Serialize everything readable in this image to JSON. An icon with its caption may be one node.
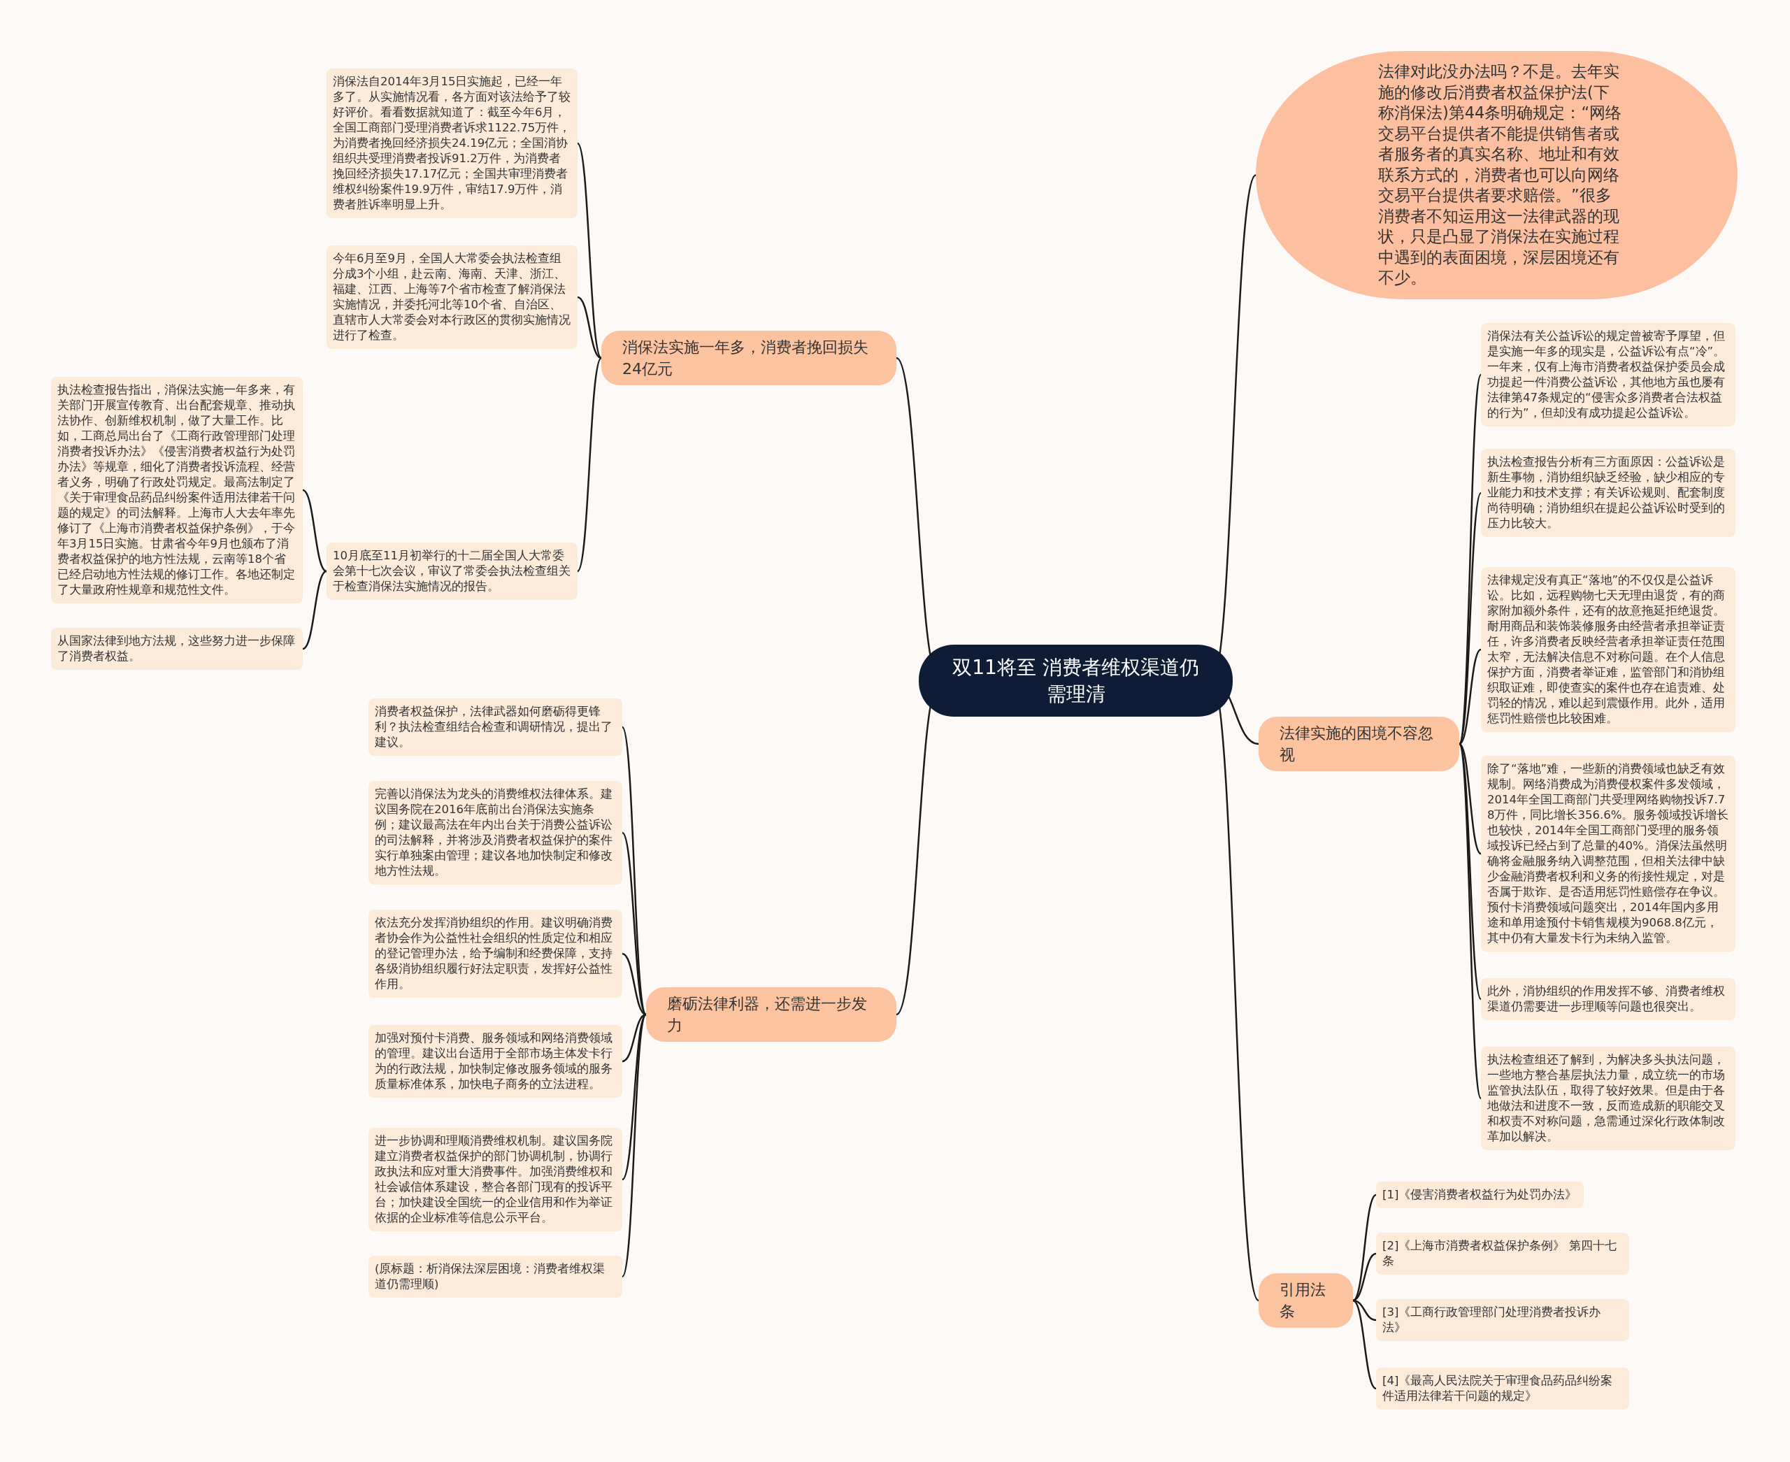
{
  "diagram": {
    "nodes": [
      {
        "text": [
          "双11将至 消费者维权渠道仍需理清"
        ]
      },
      {
        "text": [
          "消保法实施一年多，消费者挽回损失24亿元"
        ]
      },
      {
        "text": [
          "消保法自2014年3月15日实施起，已经一年多了。从实施情况看，各方面对该法给予了较好评价。看看数据就知道了：截至今年6月，全国工商部门受理消费者诉求1122.75万件，为消费者挽回经济损失24.19亿元；全国消协组织共受理消费者投诉91.2万件，为消费者挽回经济损失17.17亿元；全国共审理消费者维权纠纷案件19.9万件，审结17.9万件，消费者胜诉率明显上升。"
        ]
      },
      {
        "text": [
          "今年6月至9月，全国人大常委会执法检查组分成3个小组，赴云南、海南、天津、浙江、福建、江西、上海等7个省市检查了解消保法实施情况，并委托河北等10个省、自治区、直辖市人大常委会对本行政区的贯彻实施情况进行了检查。"
        ]
      },
      {
        "text": [
          "10月底至11月初举行的十二届全国人大常委会第十七次会议，审议了常委会执法检查组关于检查消保法实施情况的报告。"
        ]
      },
      {
        "text": [
          "执法检查报告指出，消保法实施一年多来，有关部门开展宣传教育、出台配套规章、推动执法协作、创新维权机制，做了大量工作。比如，工商总局出台了《工商行政管理部门处理消费者投诉办法》《侵害消费者权益行为处罚办法》等规章，细化了消费者投诉流程、经营者义务，明确了行政处罚规定。最高法制定了《关于审理食品药品纠纷案件适用法律若干问题的规定》的司法解释。上海市人大去年率先修订了《上海市消费者权益保护条例》，于今年3月15日实施。甘肃省今年9月也颁布了消费者权益保护的地方性法规，云南等18个省已经启动地方性法规的修订工作。各地还制定了大量政府性规章和规范性文件。"
        ]
      },
      {
        "text": [
          "从国家法律到地方法规，这些努力进一步保障了消费者权益。"
        ]
      },
      {
        "text": [
          "磨砺法律利器，还需进一步发力"
        ]
      },
      {
        "text": [
          "消费者权益保护，法律武器如何磨砺得更锋利？执法检查组结合检查和调研情况，提出了建议。"
        ]
      },
      {
        "text": [
          "完善以消保法为龙头的消费维权法律体系。建议国务院在2016年底前出台消保法实施条例；建议最高法在年内出台关于消费公益诉讼的司法解释，并将涉及消费者权益保护的案件实行单独案由管理；建议各地加快制定和修改地方性法规。"
        ]
      },
      {
        "text": [
          "依法充分发挥消协组织的作用。建议明确消费者协会作为公益性社会组织的性质定位和相应的登记管理办法，给予编制和经费保障，支持各级消协组织履行好法定职责，发挥好公益性作用。"
        ]
      },
      {
        "text": [
          "加强对预付卡消费、服务领域和网络消费领域的管理。建议出台适用于全部市场主体发卡行为的行政法规，加快制定修改服务领域的服务质量标准体系，加快电子商务的立法进程。"
        ]
      },
      {
        "text": [
          "进一步协调和理顺消费维权机制。建议国务院建立消费者权益保护的部门协调机制，协调行政执法和应对重大消费事件。加强消费维权和社会诚信体系建设，整合各部门现有的投诉平台；加快建设全国统一的企业信用和作为举证依据的企业标准等信息公示平台。"
        ]
      },
      {
        "text": [
          "(原标题：析消保法深层困境：消费者维权渠道仍需理顺)"
        ]
      },
      {
        "text": [
          "法律对此没办法吗？不是。去年实施的修改后消费者权益保护法(下称消保法)第44条明确规定：“网络交易平台提供者不能提供销售者或者服务者的真实名称、地址和有效联系方式的，消费者也可以向网络交易平台提供者要求赔偿。”很多消费者不知运用这一法律武器的现状，只是凸显了消保法在实施过程中遇到的表面困境，深层困境还有不少。"
        ]
      },
      {
        "text": [
          "法律实施的困境不容忽视"
        ]
      },
      {
        "text": [
          "消保法有关公益诉讼的规定曾被寄予厚望，但是实施一年多的现实是，公益诉讼有点“冷”。一年来，仅有上海市消费者权益保护委员会成功提起一件消费公益诉讼，其他地方虽也屡有法律第47条规定的“侵害众多消费者合法权益的行为”，但却没有成功提起公益诉讼。"
        ]
      },
      {
        "text": [
          "执法检查报告分析有三方面原因：公益诉讼是新生事物，消协组织缺乏经验，缺少相应的专业能力和技术支撑；有关诉讼规则、配套制度尚待明确；消协组织在提起公益诉讼时受到的压力比较大。"
        ]
      },
      {
        "text": [
          "法律规定没有真正“落地”的不仅仅是公益诉讼。比如，远程购物七天无理由退货，有的商家附加额外条件，还有的故意拖延拒绝退货。耐用商品和装饰装修服务由经营者承担举证责任，许多消费者反映经营者承担举证责任范围太窄，无法解决信息不对称问题。在个人信息保护方面，消费者举证难，监管部门和消协组织取证难，即使查实的案件也存在追责难、处罚轻的情况，难以起到震慑作用。此外，适用惩罚性赔偿也比较困难。"
        ]
      },
      {
        "text": [
          "除了“落地”难，一些新的消费领域也缺乏有效规制。网络消费成为消费侵权案件多发领域，2014年全国工商部门共受理网络购物投诉7.78万件，同比增长356.6%。服务领域投诉增长也较快，2014年全国工商部门受理的服务领域投诉已经占到了总量的40%。消保法虽然明确将金融服务纳入调整范围，但相关法律中缺少金融消费者权利和义务的衔接性规定，对是否属于欺诈、是否适用惩罚性赔偿存在争议。预付卡消费领域问题突出，2014年国内多用途和单用途预付卡销售规模为9068.8亿元，其中仍有大量发卡行为未纳入监管。"
        ]
      },
      {
        "text": [
          "此外，消协组织的作用发挥不够、消费者维权渠道仍需要进一步理顺等问题也很突出。"
        ]
      },
      {
        "text": [
          "执法检查组还了解到，为解决多头执法问题，一些地方整合基层执法力量，成立统一的市场监管执法队伍，取得了较好效果。但是由于各地做法和进度不一致，反而造成新的职能交叉和权责不对称问题，急需通过深化行政体制改革加以解决。"
        ]
      },
      {
        "text": [
          "引用法条"
        ]
      },
      {
        "text": [
          "[1]《侵害消费者权益行为处罚办法》"
        ]
      },
      {
        "text": [
          "[2]《上海市消费者权益保护条例》 第四十七条"
        ]
      },
      {
        "text": [
          "[3]《工商行政管理部门处理消费者投诉办法》"
        ]
      },
      {
        "text": [
          "[4]《最高人民法院关于审理食品药品纠纷案件适用法律若干问题的规定》"
        ]
      }
    ],
    "edges": [
      {
        "from": 0,
        "to": 1,
        "arrow": "none"
      },
      {
        "from": 1,
        "to": 2,
        "arrow": "none"
      },
      {
        "from": 1,
        "to": 3,
        "arrow": "none"
      },
      {
        "from": 1,
        "to": 4,
        "arrow": "none"
      },
      {
        "from": 4,
        "to": 5,
        "arrow": "none"
      },
      {
        "from": 4,
        "to": 6,
        "arrow": "none"
      },
      {
        "from": 0,
        "to": 7,
        "arrow": "none"
      },
      {
        "from": 7,
        "to": 8,
        "arrow": "none"
      },
      {
        "from": 7,
        "to": 9,
        "arrow": "none"
      },
      {
        "from": 7,
        "to": 10,
        "arrow": "none"
      },
      {
        "from": 7,
        "to": 11,
        "arrow": "none"
      },
      {
        "from": 7,
        "to": 12,
        "arrow": "none"
      },
      {
        "from": 7,
        "to": 13,
        "arrow": "none"
      },
      {
        "from": 0,
        "to": 14,
        "arrow": "none"
      },
      {
        "from": 0,
        "to": 15,
        "arrow": "none"
      },
      {
        "from": 15,
        "to": 16,
        "arrow": "none"
      },
      {
        "from": 15,
        "to": 17,
        "arrow": "none"
      },
      {
        "from": 15,
        "to": 18,
        "arrow": "none"
      },
      {
        "from": 15,
        "to": 19,
        "arrow": "none"
      },
      {
        "from": 15,
        "to": 20,
        "arrow": "none"
      },
      {
        "from": 15,
        "to": 21,
        "arrow": "none"
      },
      {
        "from": 0,
        "to": 22,
        "arrow": "none"
      },
      {
        "from": 22,
        "to": 23,
        "arrow": "none"
      },
      {
        "from": 22,
        "to": 24,
        "arrow": "none"
      },
      {
        "from": 22,
        "to": 25,
        "arrow": "none"
      },
      {
        "from": 22,
        "to": 26,
        "arrow": "none"
      }
    ]
  }
}
